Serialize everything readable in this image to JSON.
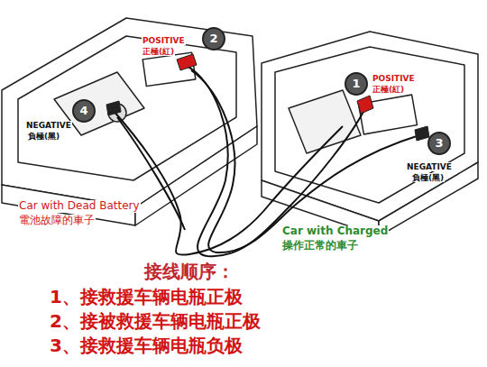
{
  "diagram": {
    "labels": [
      "POSITIVE",
      "正極(紅)",
      "2",
      "4",
      "NEGATIVE",
      "負極(黑)",
      "Car with Dead Battery",
      "電池故障的車子",
      "POSITIVE",
      "正極(紅)",
      "1",
      "3",
      "NEGATIVE",
      "負極(黑)",
      "Car with Charged",
      "操作正常的車子",
      "接线顺序：",
      "1、接救援车辆电瓶正极",
      "2、接被救援车辆电瓶正极",
      "3、接救援车辆电瓶负极"
    ]
  }
}
